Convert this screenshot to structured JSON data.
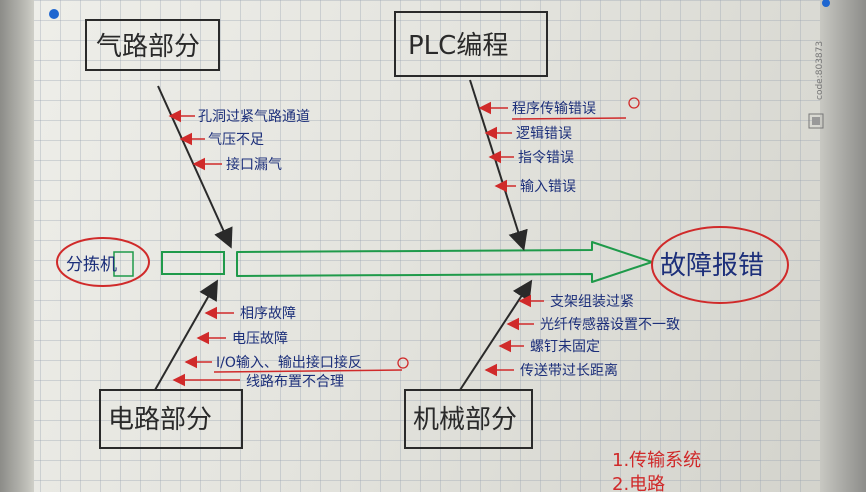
{
  "boxes": {
    "top_left": "气路部分",
    "top_right": "PLC编程",
    "bottom_left": "电路部分",
    "bottom_right": "机械部分"
  },
  "head": "故障报错",
  "tail": "分拣机",
  "causes": {
    "qilu": [
      "孔洞过紧气路通道",
      "气压不足",
      "接口漏气"
    ],
    "plc": [
      "程序传输错误",
      "逻辑错误",
      "指令错误",
      "输入错误"
    ],
    "dianlu": [
      "相序故障",
      "电压故障",
      "I/O输入、输出接口接反",
      "线路布置不合理"
    ],
    "jixie": [
      "支架组装过紧",
      "光纤传感器设置不一致",
      "螺钉未固定",
      "传送带过长距离"
    ]
  },
  "legend": {
    "item1": "1.传输系统",
    "item2": "2.电路"
  },
  "code_label": "code:803873",
  "colors": {
    "ink_blue": "#1c2f7a",
    "ink_red": "#d02a2a",
    "ink_green": "#1f9a4a",
    "ink_black": "#2a2a2a"
  }
}
